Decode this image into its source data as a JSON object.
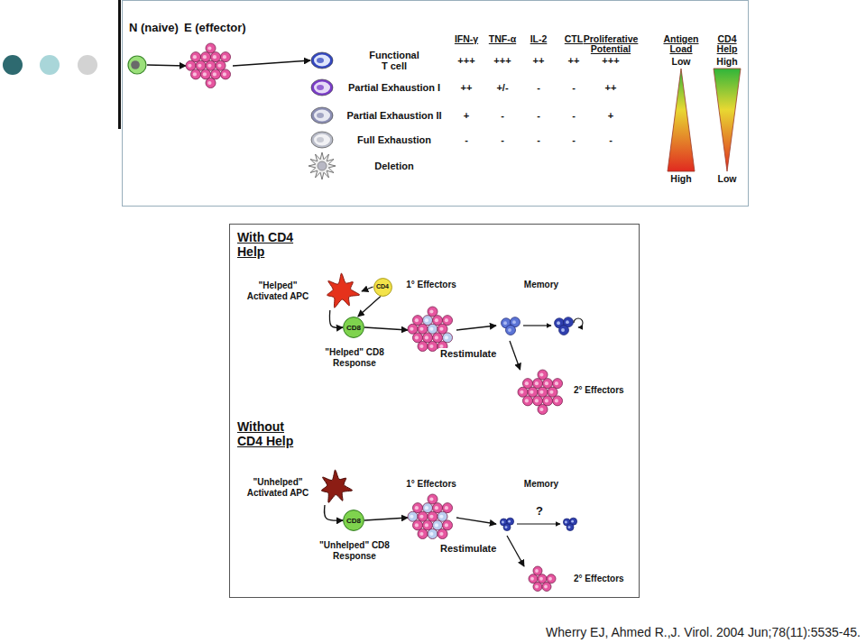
{
  "diagram": {
    "caption": "Wherry EJ, Ahmed R.,J. Virol. 2004 Jun;78(11):5535-45.",
    "nodes": [
      {
        "text": [
          "N (naive)"
        ]
      },
      {
        "text": [
          "E (effector)"
        ]
      },
      {
        "text": [
          "Functional T cell"
        ]
      },
      {
        "text": [
          "Partial Exhaustion I"
        ]
      },
      {
        "text": [
          "Partial Exhaustion II"
        ]
      },
      {
        "text": [
          "Full Exhaustion"
        ]
      },
      {
        "text": [
          "Deletion"
        ]
      },
      {
        "text": [
          "\"Helped\" Activated APC"
        ]
      },
      {
        "text": [
          "CD4"
        ]
      },
      {
        "text": [
          "CD8",
          "\"Helped\" CD8 Response"
        ]
      },
      {
        "text": [
          "1° Effectors"
        ]
      },
      {
        "text": [
          "Memory"
        ]
      },
      {
        "text": [
          "2° Effectors"
        ]
      },
      {
        "text": [
          "\"Unhelped\" Activated APC"
        ]
      },
      {
        "text": [
          "CD8",
          "\"Unhelped\" CD8 Response"
        ]
      },
      {
        "text": [
          "1° Effectors"
        ]
      },
      {
        "text": [
          "Memory"
        ]
      },
      {
        "text": [
          "2° Effectors"
        ]
      }
    ],
    "edges": [
      {
        "from": 0,
        "to": 1,
        "arrow": "to"
      },
      {
        "from": 1,
        "to": 2,
        "arrow": "to"
      },
      {
        "from": 8,
        "to": 7,
        "arrow": "to"
      },
      {
        "from": 8,
        "to": 9,
        "arrow": "to"
      },
      {
        "from": 7,
        "to": 9,
        "arrow": "to"
      },
      {
        "from": 9,
        "to": 10,
        "arrow": "to"
      },
      {
        "from": 10,
        "to": 11,
        "arrow": "to"
      },
      {
        "from": 11,
        "to": 12,
        "label": "Restimulate",
        "arrow": "to"
      },
      {
        "from": 13,
        "to": 14,
        "arrow": "to"
      },
      {
        "from": 14,
        "to": 15,
        "arrow": "to"
      },
      {
        "from": 15,
        "to": 16,
        "arrow": "to"
      },
      {
        "from": 16,
        "to": 17,
        "label": "Restimulate",
        "arrow": "to"
      }
    ],
    "labels": [
      "IFN-γ",
      "TNF-α",
      "IL-2",
      "CTL",
      "Proliferative Potential",
      "Antigen Load",
      "CD4 Help",
      "+++",
      "+++",
      "++",
      "++",
      "+++",
      "++",
      "+/-",
      "-",
      "-",
      "++",
      "+",
      "-",
      "-",
      "-",
      "+",
      "-",
      "-",
      "-",
      "-",
      "-",
      "Low",
      "High",
      "High",
      "Low",
      "With CD4 Help",
      "Without CD4 Help",
      "?"
    ]
  }
}
